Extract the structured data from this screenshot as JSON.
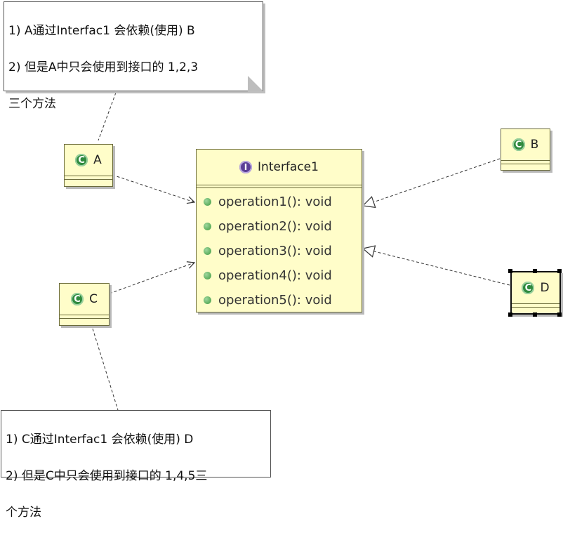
{
  "note_top": {
    "lines": [
      "1) A通过Interfac1 会依赖(使用) B",
      "2) 但是A中只会使用到接口的 1,2,3",
      "三个方法"
    ]
  },
  "note_bottom": {
    "lines": [
      "1) C通过Interfac1 会依赖(使用) D",
      "2) 但是C中只会使用到接口的 1,4,5三",
      "个方法"
    ]
  },
  "interface": {
    "icon_letter": "I",
    "name": "Interface1",
    "operations": [
      "operation1(): void",
      "operation2(): void",
      "operation3(): void",
      "operation4(): void",
      "operation5(): void"
    ]
  },
  "classes": {
    "a": {
      "icon_letter": "C",
      "name": "A"
    },
    "b": {
      "icon_letter": "C",
      "name": "B"
    },
    "c": {
      "icon_letter": "C",
      "name": "C"
    },
    "d": {
      "icon_letter": "C",
      "name": "D"
    }
  },
  "colors": {
    "class_fill": "#fffdc9",
    "class_icon": "#2f8a3d",
    "interface_icon": "#5b3f96",
    "operation_dot": "#3f9a3f"
  }
}
